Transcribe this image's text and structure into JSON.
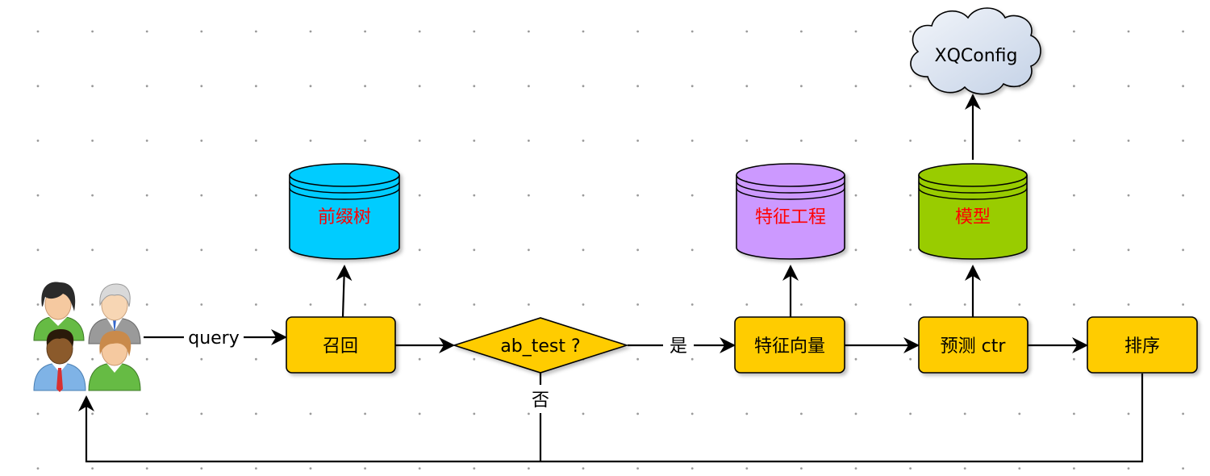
{
  "nodes": {
    "recall": {
      "label": "召回",
      "fill": "#FFCC00"
    },
    "ab_test": {
      "label": "ab_test ?",
      "fill": "#FFCC00"
    },
    "feature_vector": {
      "label": "特征向量",
      "fill": "#FFCC00"
    },
    "predict_ctr": {
      "label": "预测 ctr",
      "fill": "#FFCC00"
    },
    "sort": {
      "label": "排序",
      "fill": "#FFCC00"
    }
  },
  "databases": {
    "prefix_tree": {
      "label": "前缀树",
      "fill": "#00CCFF",
      "text_color": "#FF0000"
    },
    "feature_engineering": {
      "label": "特征工程",
      "fill": "#CC99FF",
      "text_color": "#FF0000"
    },
    "model": {
      "label": "模型",
      "fill": "#99CC00",
      "text_color": "#FF0000"
    }
  },
  "cloud": {
    "label": "XQConfig",
    "fill": "#DCE6F2"
  },
  "edges": {
    "users_to_recall": "query",
    "ab_yes": "是",
    "ab_no": "否"
  },
  "users": {
    "icon": "users-group-icon"
  },
  "colors": {
    "grid_dot": "#9a9a9a",
    "stroke": "#000000"
  }
}
